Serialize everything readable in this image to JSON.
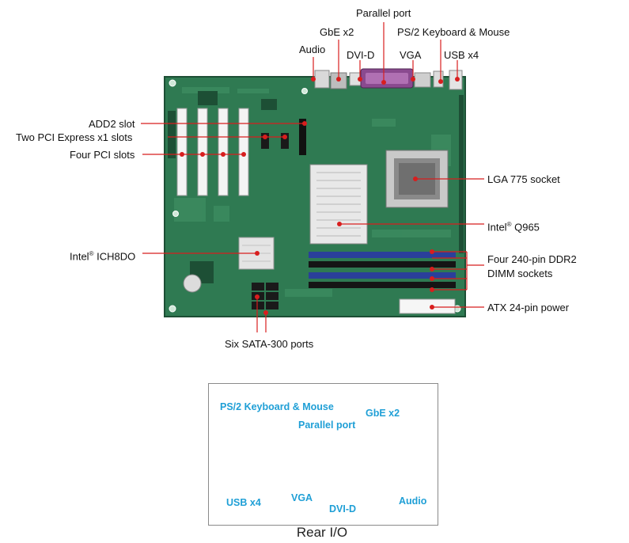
{
  "board_labels": {
    "parallel_port": "Parallel port",
    "gbe": "GbE x2",
    "ps2": "PS/2 Keyboard & Mouse",
    "audio": "Audio",
    "dvid": "DVI-D",
    "vga": "VGA",
    "usb": "USB x4",
    "add2": "ADD2 slot",
    "pcie": "Two PCI Express x1 slots",
    "pci": "Four PCI slots",
    "lga": "LGA 775 socket",
    "intel_q965_prefix": "Intel",
    "intel_q965_suffix": " Q965",
    "intel_ich_prefix": "Intel",
    "intel_ich_suffix": " ICH8DO",
    "registered": "®",
    "dimm_line1": "Four 240-pin DDR2",
    "dimm_line2": "DIMM sockets",
    "atx": "ATX 24-pin power",
    "sata": "Six SATA-300 ports"
  },
  "rear_io": {
    "caption": "Rear I/O",
    "ps2": "PS/2 Keyboard & Mouse",
    "parallel": "Parallel port",
    "gbe": "GbE x2",
    "usb": "USB x4",
    "vga": "VGA",
    "dvid": "DVI-D",
    "audio": "Audio"
  },
  "colors": {
    "pcb": "#2f7a52",
    "callout_line": "#d81e1e",
    "rear_label": "#1f9fd6"
  }
}
